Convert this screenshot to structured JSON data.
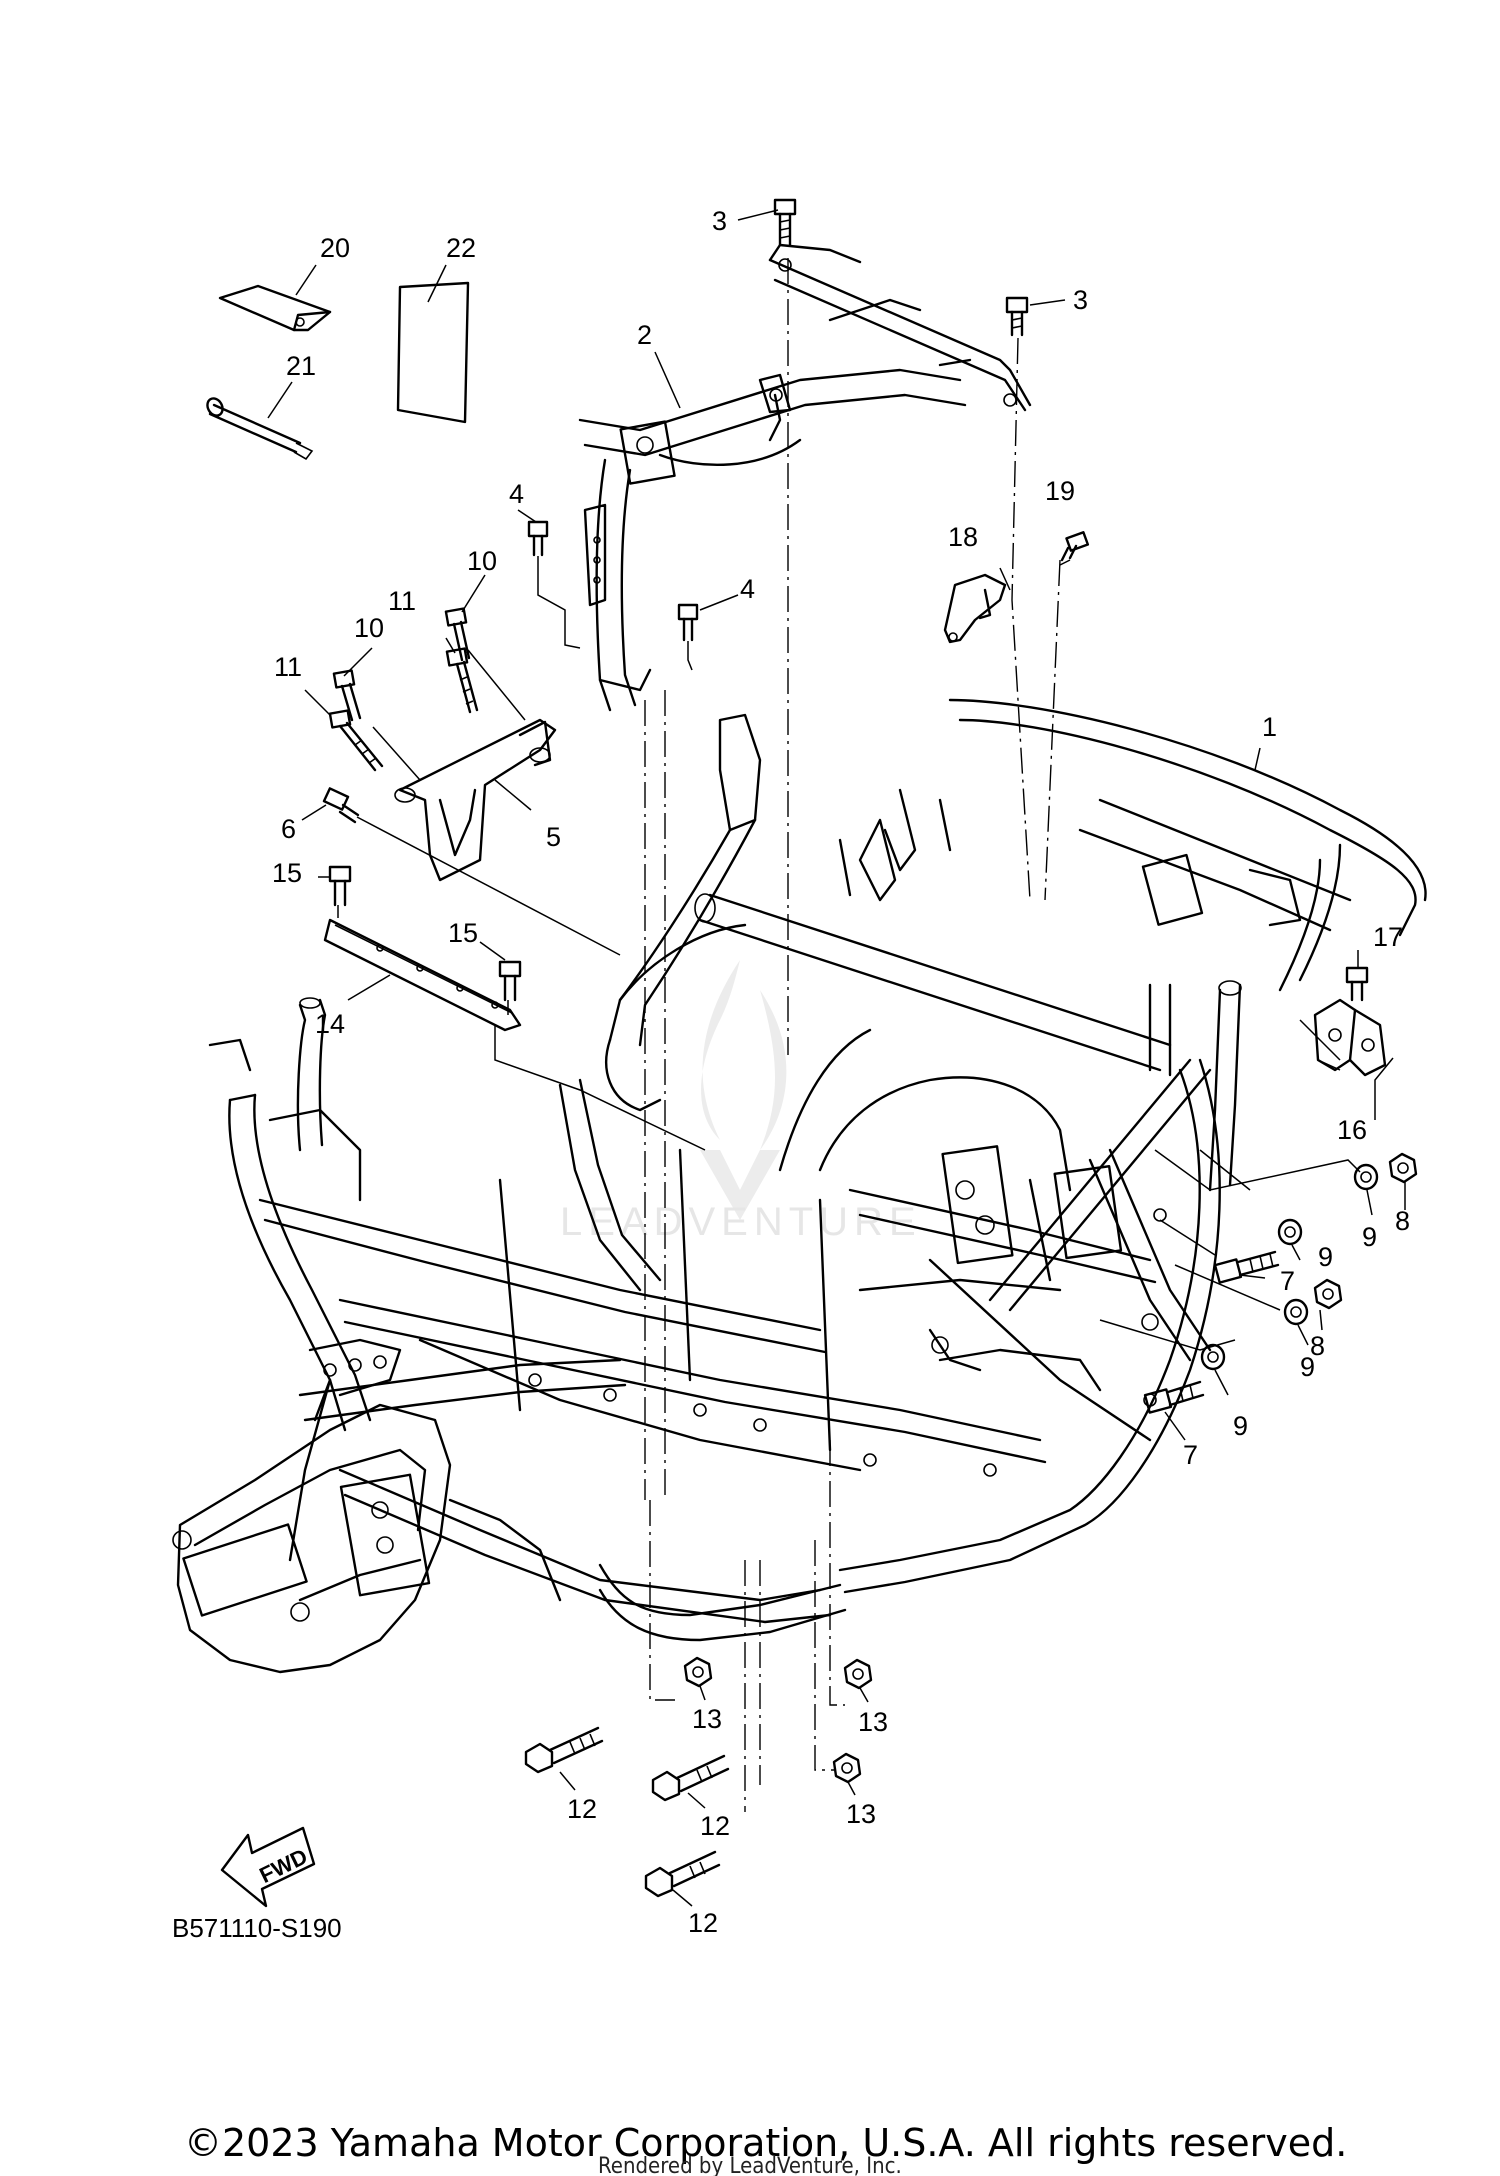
{
  "diagram": {
    "diagram_code": "B571110-S190",
    "fwd_label": "FWD",
    "copyright": "©2023 Yamaha Motor Corporation, U.S.A. All rights reserved.",
    "render_note": "Rendered by LeadVenture, Inc.",
    "callouts": {
      "c1": "1",
      "c2": "2",
      "c3a": "3",
      "c3b": "3",
      "c4a": "4",
      "c4b": "4",
      "c5": "5",
      "c6": "6",
      "c7a": "7",
      "c7b": "7",
      "c8a": "8",
      "c8b": "8",
      "c9a": "9",
      "c9b": "9",
      "c9c": "9",
      "c9d": "9",
      "c10a": "10",
      "c10b": "10",
      "c11a": "11",
      "c11b": "11",
      "c12a": "12",
      "c12b": "12",
      "c12c": "12",
      "c13a": "13",
      "c13b": "13",
      "c13c": "13",
      "c14": "14",
      "c15a": "15",
      "c15b": "15",
      "c16": "16",
      "c17": "17",
      "c18": "18",
      "c19": "19",
      "c20": "20",
      "c21": "21",
      "c22": "22"
    }
  }
}
